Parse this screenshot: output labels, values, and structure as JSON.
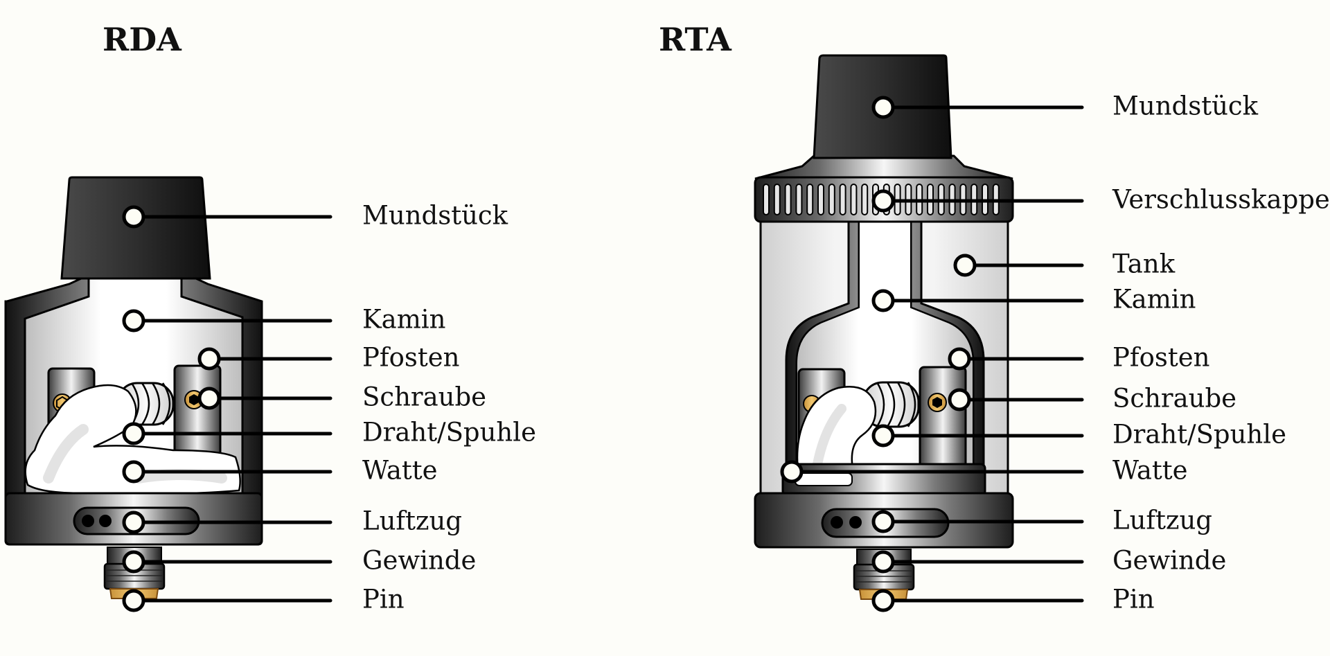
{
  "diagrams": [
    {
      "id": "rda",
      "title": "RDA",
      "labels": [
        {
          "text": "Mundstück"
        },
        {
          "text": "Kamin"
        },
        {
          "text": "Pfosten"
        },
        {
          "text": "Schraube"
        },
        {
          "text": "Draht/Spuhle"
        },
        {
          "text": "Watte"
        },
        {
          "text": "Luftzug"
        },
        {
          "text": "Gewinde"
        },
        {
          "text": "Pin"
        }
      ]
    },
    {
      "id": "rta",
      "title": "RTA",
      "labels": [
        {
          "text": "Mundstück"
        },
        {
          "text": "Verschlusskappe"
        },
        {
          "text": "Tank"
        },
        {
          "text": "Kamin"
        },
        {
          "text": "Pfosten"
        },
        {
          "text": "Schraube"
        },
        {
          "text": "Draht/Spuhle"
        },
        {
          "text": "Watte"
        },
        {
          "text": "Luftzug"
        },
        {
          "text": "Gewinde"
        },
        {
          "text": "Pin"
        }
      ]
    }
  ],
  "colors": {
    "background": "#fdfdf9",
    "outline": "#000000",
    "mouthpiece_dark": "#1a1a1a",
    "metal_light": "#f4f4f4",
    "metal_dark": "#2a2a2a",
    "brass": "#e0b25a",
    "cotton": "#ffffff",
    "marker_fill": "#fdfdf5"
  }
}
